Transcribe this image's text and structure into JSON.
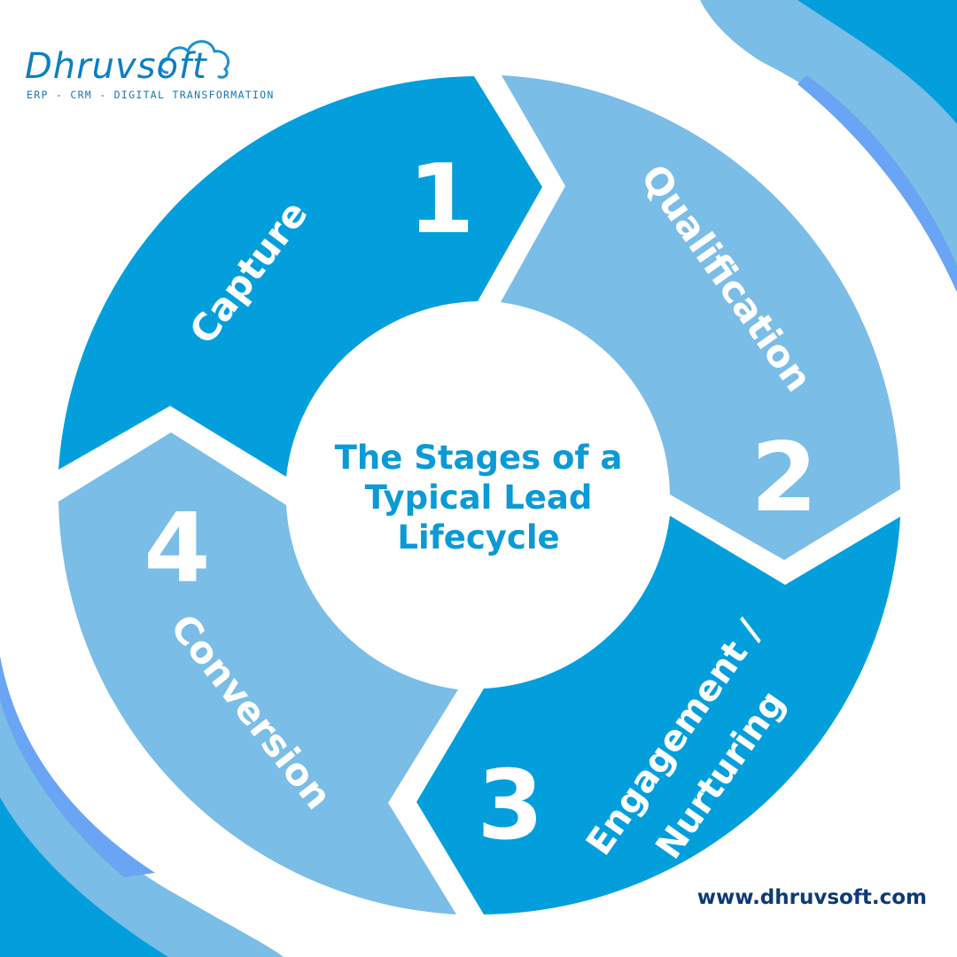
{
  "logo": {
    "name": "Dhruvsoft",
    "tagline": "ERP - CRM - DIGITAL TRANSFORMATION"
  },
  "title_lines": [
    "The Stages of a",
    "Typical Lead",
    "Lifecycle"
  ],
  "stages": [
    {
      "number": "1",
      "label": "Capture"
    },
    {
      "number": "2",
      "label": "Qualification"
    },
    {
      "number": "3",
      "label_line1": "Engagement /",
      "label_line2": "Nurturing"
    },
    {
      "number": "4",
      "label": "Conversion"
    }
  ],
  "website": "www.dhruvsoft.com",
  "colors": {
    "dark_blue": "#039fdd",
    "light_blue": "#7abde6",
    "title_blue": "#0a9ad6",
    "website_navy": "#0d3a78",
    "accent_periwinkle": "#6aa4f4"
  }
}
